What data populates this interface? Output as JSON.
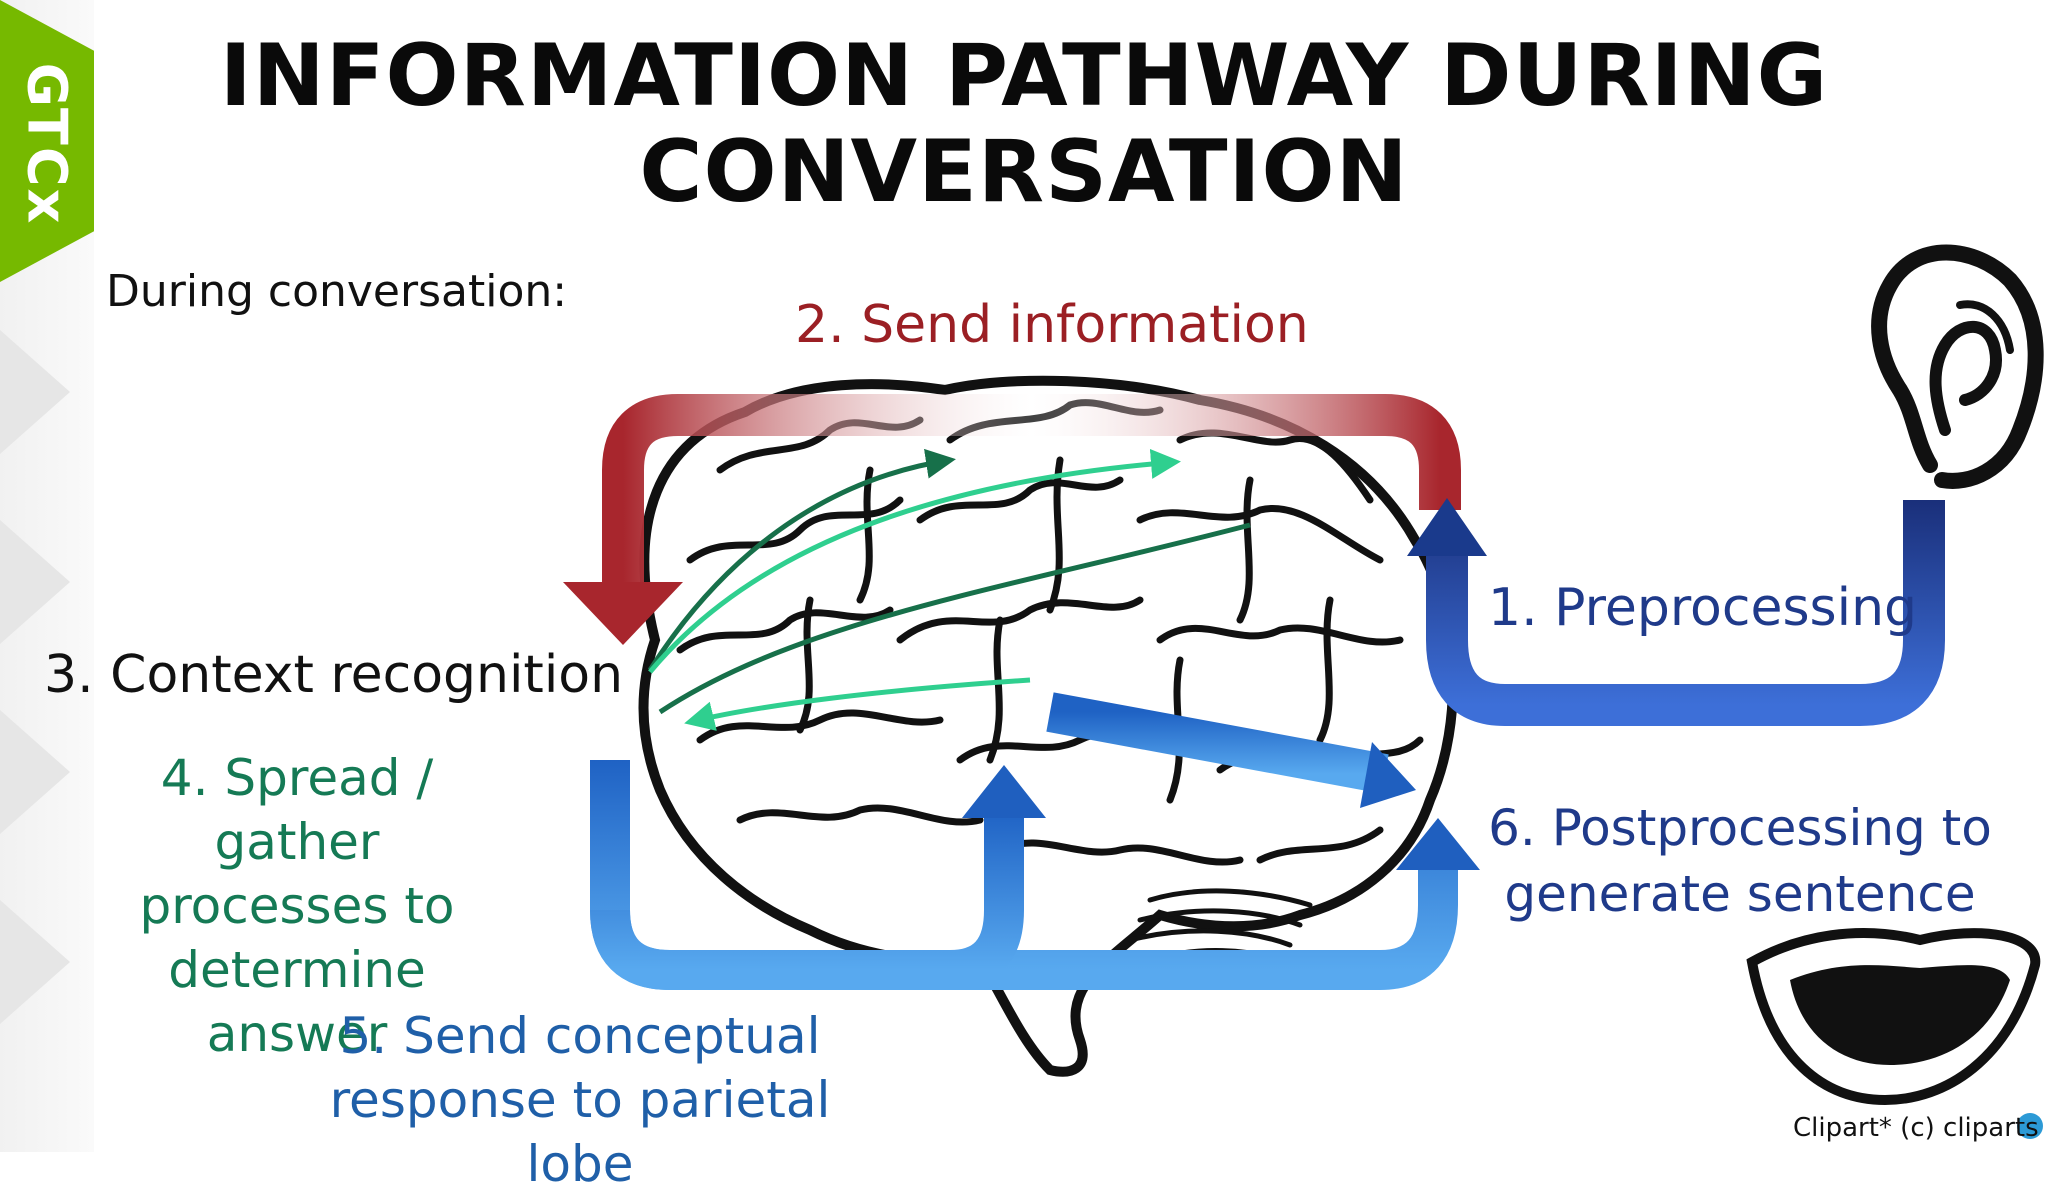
{
  "brand": {
    "tab_label": "GTCx",
    "accent": "#76b900"
  },
  "title": {
    "line1": "INFORMATION PATHWAY DURING",
    "line2": "CONVERSATION"
  },
  "intro": "During conversation:",
  "steps": {
    "preprocessing": "1. Preprocessing",
    "send_information": "2. Send information",
    "context_recognition": "3. Context recognition",
    "spread_gather": {
      "line1": "4. Spread / gather",
      "line2": "processes to",
      "line3": "determine answer"
    },
    "send_conceptual": {
      "line1": "5. Send conceptual",
      "line2": "response to parietal lobe"
    },
    "postprocessing": {
      "line1": "6. Postprocessing to",
      "line2": "generate sentence"
    }
  },
  "credit": "Clipart* (c) cliparts",
  "colors": {
    "red": "#9b1f24",
    "navy": "#1f3a8a",
    "green": "#157a55",
    "blue": "#1f5fa8"
  },
  "icons": [
    "brain-illustration",
    "ear-icon",
    "mouth-icon"
  ]
}
